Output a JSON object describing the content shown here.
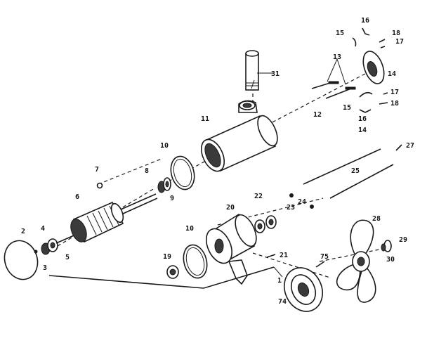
{
  "diagram": {
    "callouts": {
      "c1": "1",
      "c2": "2",
      "c3": "3",
      "c4": "4",
      "c5": "5",
      "c6": "6",
      "c7": "7",
      "c8": "8",
      "c9": "9",
      "c10a": "10",
      "c10b": "10",
      "c11": "11",
      "c12": "12",
      "c13": "13",
      "c14a": "14",
      "c14b": "14",
      "c15a": "15",
      "c15b": "15",
      "c16a": "16",
      "c16b": "16",
      "c17a": "17",
      "c17b": "17",
      "c18a": "18",
      "c18b": "18",
      "c19": "19",
      "c20": "20",
      "c21": "21",
      "c22": "22",
      "c23": "23",
      "c24": "24",
      "c25": "25",
      "c27": "27",
      "c28": "28",
      "c29": "29",
      "c30": "30",
      "c31": "31",
      "c74": "74",
      "c75": "75"
    }
  }
}
